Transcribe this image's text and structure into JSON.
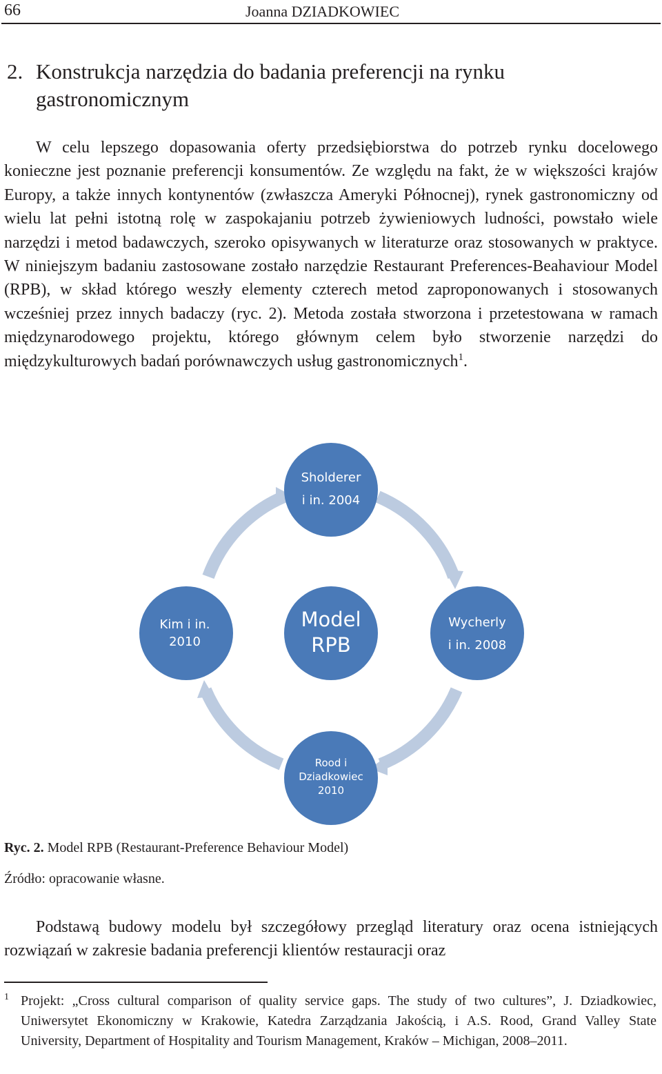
{
  "running_head": {
    "page_number": "66",
    "author": "Joanna DZIADKOWIEC"
  },
  "section": {
    "number": "2.",
    "title": "Konstrukcja narzędzia do badania preferencji na rynku gastronomicznym"
  },
  "paragraph1": "W celu lepszego dopasowania oferty przedsiębiorstwa do potrzeb rynku docelowego konieczne jest poznanie preferencji konsumentów. Ze względu na fakt, że w większości krajów Europy, a także innych kontynentów (zwłaszcza Ameryki Północnej), rynek gastronomiczny od wielu lat pełni istotną rolę w zaspokajaniu potrzeb żywieniowych ludności, powstało wiele narzędzi i metod badawczych, szeroko opisywanych w literaturze oraz stosowanych w praktyce. W niniejszym badaniu zastosowane zostało narzędzie Restaurant Preferences-Beahaviour Model (RPB), w skład którego weszły elementy czterech metod zaproponowanych i stosowanych wcześniej przez innych badaczy (ryc. 2). Metoda została stworzona i przetestowana w ramach międzynarodowego projektu, którego głównym celem było stworzenie narzędzi do międzykulturowych badań porównawczych usług gastronomicznych",
  "paragraph1_footnote_ref": "1",
  "paragraph1_end": ".",
  "figure": {
    "nodes": {
      "top": "Sholderer\ni in. 2004",
      "left": "Kim i in.\n2010",
      "center": "Model\nRPB",
      "right": "Wycherly\ni in. 2008",
      "bottom": "Rood i\nDziadkowiec\n2010"
    },
    "colors": {
      "node_fill": "#4a7ab8",
      "ring": "#bccbe0"
    },
    "caption_label": "Ryc. 2.",
    "caption_text": " Model RPB (Restaurant-Preference Behaviour Model)",
    "source": "Źródło: opracowanie własne."
  },
  "paragraph2": "Podstawą budowy modelu był szczegółowy przegląd literatury oraz ocena istniejących rozwiązań w zakresie badania preferencji klientów restauracji oraz",
  "footnote": {
    "mark": "1",
    "text": "Projekt: „Cross cultural comparison of quality service gaps. The study of two cultures”, J. Dziadkowiec, Uniwersytet Ekonomiczny w Krakowie, Katedra Zarządzania Jakością, i A.S. Rood, Grand Valley State University, Department of Hospitality and Tourism Management, Kraków – Michigan, 2008–2011."
  }
}
